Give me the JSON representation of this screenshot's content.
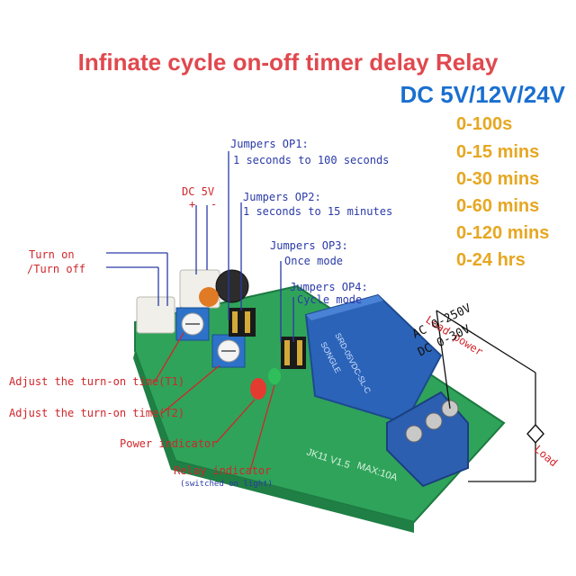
{
  "title": "Infinate cycle on-off timer delay Relay",
  "voltage": "DC 5V/12V/24V",
  "time_ranges": [
    "0-100s",
    "0-15 mins",
    "0-30 mins",
    "0-60 mins",
    "0-120 mins",
    "0-24 hrs"
  ],
  "callouts": {
    "op1_title": "Jumpers OP1:",
    "op1_desc": "1 seconds to 100 seconds",
    "dc5v": "DC 5V",
    "dc_plus": "+",
    "dc_minus": "-",
    "op2_title": "Jumpers OP2:",
    "op2_desc": "1 seconds to 15 minutes",
    "op3_title": "Jumpers OP3:",
    "op3_desc": "Once mode",
    "op4_title": "Jumpers OP4:",
    "op4_desc": "Cycle mode",
    "turn_on": "Turn on",
    "turn_off": "/Turn off",
    "t1": "Adjust the turn-on time(T1)",
    "t2": "Adjust the turn-on time(T2)",
    "power_indicator": "Power indicator",
    "relay_indicator": "Relay indicator",
    "relay_indicator_note": "(switched on light)",
    "load_power": "Load power",
    "ac_rating": "AC 0-250V",
    "dc_rating": "DC 0-30V",
    "load": "Load"
  },
  "board": {
    "relay_text_1": "SRD-05VDC-SL-C",
    "relay_text_2": "SONGLE",
    "pcb_text": "JK11 V1.5",
    "max_text": "MAX:10A"
  },
  "colors": {
    "title": "#e0484e",
    "voltage": "#1a6fd0",
    "times": "#e6a722",
    "pcb": "#2fa35a",
    "relay": "#2b63b8",
    "terminal": "#2d5fb0"
  }
}
